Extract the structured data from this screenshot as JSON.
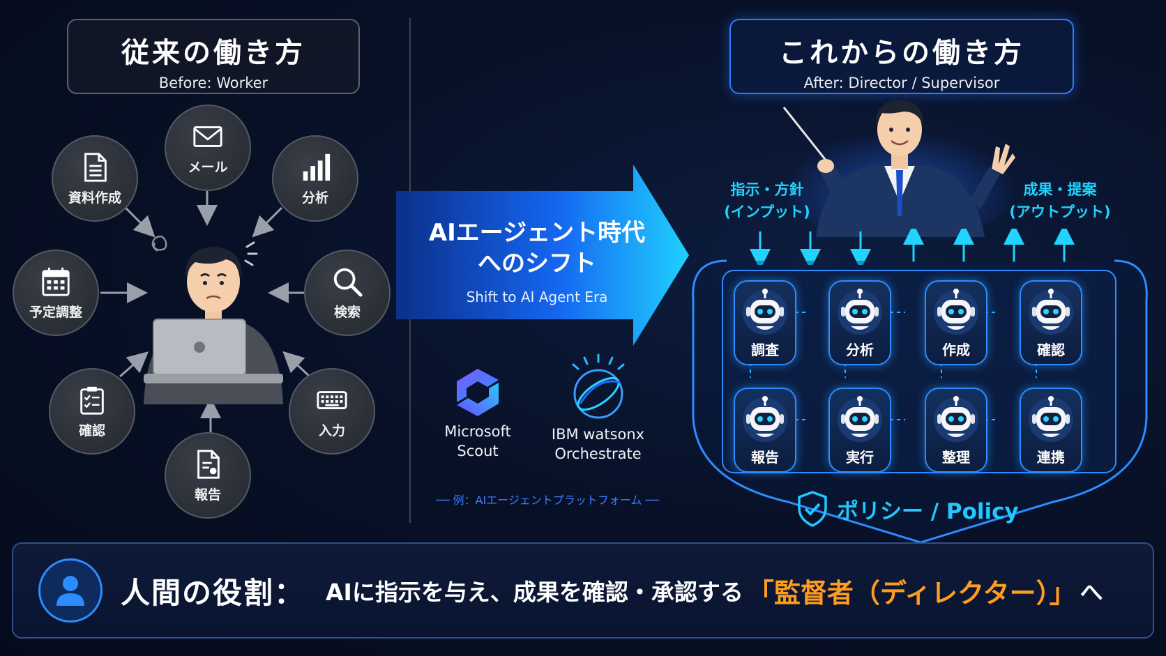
{
  "before": {
    "title": "従来の働き方",
    "subtitle": "Before: Worker",
    "tasks": [
      {
        "label": "メール",
        "icon": "envelope-icon"
      },
      {
        "label": "資料作成",
        "icon": "document-icon"
      },
      {
        "label": "分析",
        "icon": "bar-chart-icon"
      },
      {
        "label": "予定調整",
        "icon": "calendar-icon"
      },
      {
        "label": "検索",
        "icon": "magnifier-icon"
      },
      {
        "label": "確認",
        "icon": "checklist-icon"
      },
      {
        "label": "入力",
        "icon": "keyboard-icon"
      },
      {
        "label": "報告",
        "icon": "report-icon"
      }
    ]
  },
  "shift": {
    "title_line1": "AIエージェント時代",
    "title_line2": "へのシフト",
    "subtitle": "Shift to AI Agent Era"
  },
  "platforms": {
    "microsoft_line1": "Microsoft",
    "microsoft_line2": "Scout",
    "ibm_line1": "IBM watsonx",
    "ibm_line2": "Orchestrate",
    "note": "── 例：AIエージェントプラットフォーム ──"
  },
  "after": {
    "title": "これからの働き方",
    "subtitle": "After: Director / Supervisor",
    "input_line1": "指示・方針",
    "input_line2": "(インプット)",
    "output_line1": "成果・提案",
    "output_line2": "(アウトプット)",
    "agents": [
      "調査",
      "分析",
      "作成",
      "確認",
      "報告",
      "実行",
      "整理",
      "連携"
    ],
    "policy": "ポリシー / Policy"
  },
  "banner": {
    "role": "人間の役割：",
    "description": "AIに指示を与え、成果を確認・承認する",
    "highlight": "「監督者（ディレクター）」",
    "ending": "へ"
  },
  "colors": {
    "accent_blue": "#2b8dff",
    "cyan": "#20d4ff",
    "highlight_orange": "#ff9d1f",
    "background": "#081128"
  }
}
